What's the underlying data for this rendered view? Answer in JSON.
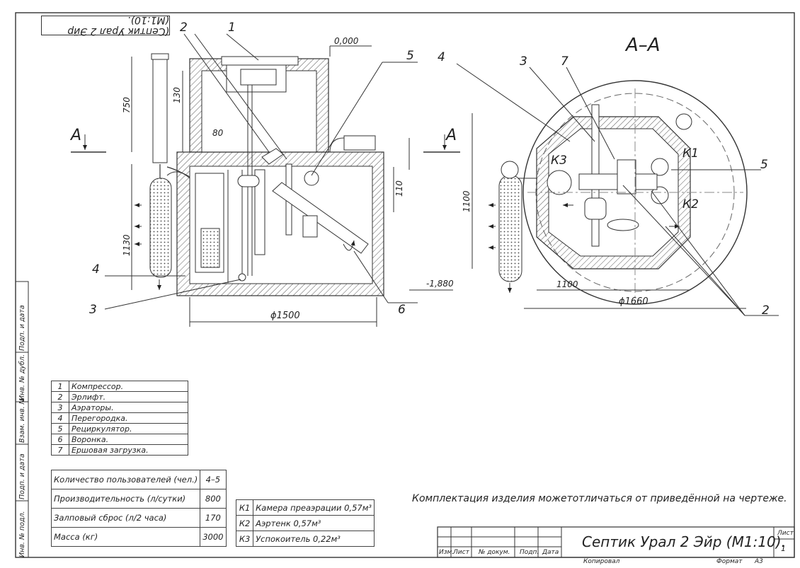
{
  "stamp_label": "(Септик Урал 2 Эйр (М1:10).",
  "section_label": "А–А",
  "cut_marks": {
    "left": "А",
    "right": "А"
  },
  "leader_numbers": [
    "1",
    "2",
    "3",
    "4",
    "5",
    "6",
    "7"
  ],
  "zone_labels": {
    "k1": "К1",
    "k2": "К2",
    "k3": "К3"
  },
  "dimensions": {
    "level_top": "0,000",
    "level_bottom": "-1,880",
    "d750": "750",
    "d130": "130",
    "d80": "80",
    "d110": "110",
    "d1130": "1130",
    "d1500": "ϕ1500",
    "d1100_v": "1100",
    "d1100_h": "1100",
    "d1660": "ϕ1660"
  },
  "legend": [
    {
      "n": "1",
      "label": "Компрессор."
    },
    {
      "n": "2",
      "label": "Эрлифт."
    },
    {
      "n": "3",
      "label": "Аэраторы."
    },
    {
      "n": "4",
      "label": "Перегородка."
    },
    {
      "n": "5",
      "label": "Рециркулятор."
    },
    {
      "n": "6",
      "label": "Воронка."
    },
    {
      "n": "7",
      "label": "Ершовая загрузка."
    }
  ],
  "specs": [
    {
      "label": "Количество пользователей (чел.)",
      "value": "4–5"
    },
    {
      "label": "Производительность (л/сутки)",
      "value": "800"
    },
    {
      "label": "Залповый сброс (л/2 часа)",
      "value": "170"
    },
    {
      "label": "Масса (кг)",
      "value": "3000"
    }
  ],
  "chambers": [
    {
      "code": "К1",
      "label": "Камера преаэрации 0,57м³"
    },
    {
      "code": "К2",
      "label": "Аэртенк 0,57м³"
    },
    {
      "code": "К3",
      "label": "Успокоитель 0,22м³"
    }
  ],
  "note": "Комплектация изделия можетотличаться от приведённой на чертеже.",
  "title_block": {
    "title": "Септик Урал 2 Эйр (М1:10).",
    "sheet_label": "Лист",
    "sheet_num": "1",
    "cols": [
      "Изм.",
      "Лист",
      "№ докум.",
      "Подп.",
      "Дата"
    ],
    "copied": "Копировал",
    "format_label": "Формат",
    "format_value": "А3"
  },
  "side_strip": [
    "Инв. № подл.",
    "Подп. и дата",
    "Взам. инв. №",
    "Инв. № дубл.",
    "Подп. и дата"
  ]
}
